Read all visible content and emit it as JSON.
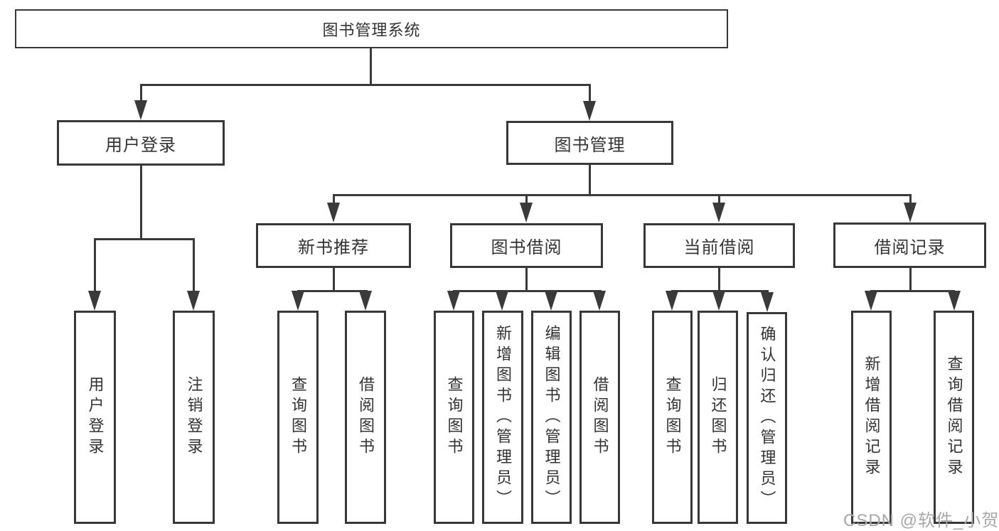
{
  "diagram": {
    "root": {
      "label": "图书管理系统"
    },
    "level2": [
      {
        "label": "用户登录"
      },
      {
        "label": "图书管理"
      }
    ],
    "level3": [
      {
        "label": "新书推荐"
      },
      {
        "label": "图书借阅"
      },
      {
        "label": "当前借阅"
      },
      {
        "label": "借阅记录"
      }
    ],
    "leaves": {
      "user_login": [
        {
          "label": "用户登录"
        },
        {
          "label": "注销登录"
        }
      ],
      "new_books": [
        {
          "label": "查询图书"
        },
        {
          "label": "借阅图书"
        }
      ],
      "book_borrow": [
        {
          "label": "查询图书"
        },
        {
          "label": "新增图书（管理员）"
        },
        {
          "label": "编辑图书（管理员）"
        },
        {
          "label": "借阅图书"
        }
      ],
      "current_borrow": [
        {
          "label": "查询图书"
        },
        {
          "label": "归还图书"
        },
        {
          "label": "确认归还（管理员）"
        }
      ],
      "borrow_records": [
        {
          "label": "新增借阅记录"
        },
        {
          "label": "查询借阅记录"
        }
      ]
    },
    "watermark": "CSDN @软件_小贺同学",
    "colors": {
      "line": "#3a3a3a",
      "border": "#383838",
      "text": "#333333",
      "watermark": "#a8a8a8",
      "background": "#ffffff"
    }
  }
}
